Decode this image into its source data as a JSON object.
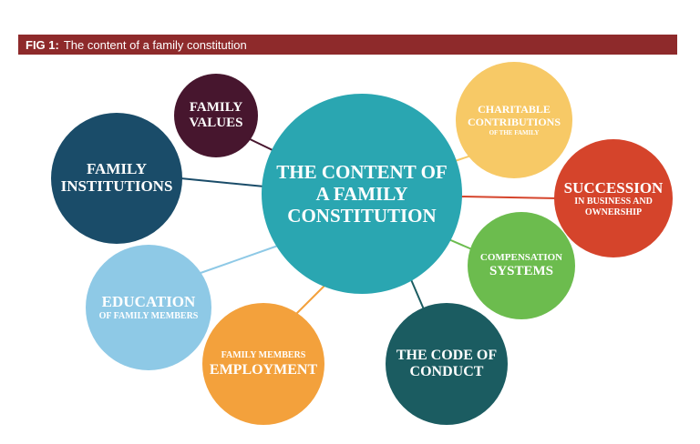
{
  "header": {
    "fig_label": "FIG 1:",
    "title": "The content of a family constitution"
  },
  "colors": {
    "title_bar": "#8e2a2b",
    "center": "#2aa6b1",
    "family_values": "#47162e",
    "family_institutions": "#1a4c69",
    "education": "#8ec9e6",
    "employment": "#f3a13c",
    "code_of_conduct": "#1b5c61",
    "compensation": "#6cbc4e",
    "succession": "#d5442b",
    "charitable": "#f7c966"
  },
  "center": {
    "line1": "THE CONTENT OF",
    "line2": "A FAMILY",
    "line3": "CONSTITUTION"
  },
  "nodes": {
    "family_values": {
      "line1": "FAMILY",
      "line2": "VALUES"
    },
    "family_institutions": {
      "line1": "FAMILY",
      "line2": "INSTITUTIONS"
    },
    "education": {
      "line1": "EDUCATION",
      "line2": "OF FAMILY MEMBERS"
    },
    "employment": {
      "line1": "FAMILY MEMBERS",
      "line2": "EMPLOYMENT"
    },
    "code_of_conduct": {
      "line1": "THE CODE OF",
      "line2": "CONDUCT"
    },
    "compensation": {
      "line1": "COMPENSATION",
      "line2": "SYSTEMS"
    },
    "succession": {
      "line1": "SUCCESSION",
      "line2": "IN BUSINESS AND",
      "line3": "OWNERSHIP"
    },
    "charitable": {
      "line1": "CHARITABLE",
      "line2": "CONTRIBUTIONS",
      "line3": "OF THE FAMILY"
    }
  }
}
